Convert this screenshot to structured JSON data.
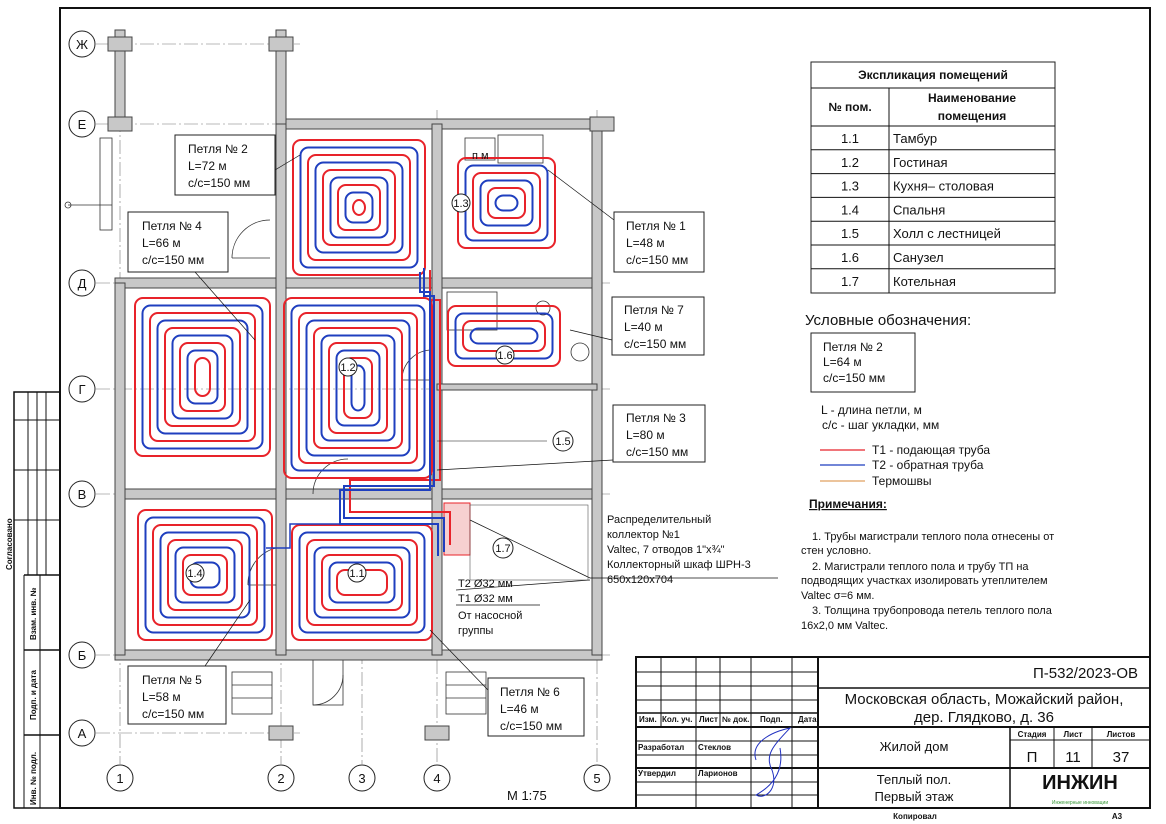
{
  "axes": {
    "rows": [
      "Ж",
      "Е",
      "Д",
      "Г",
      "В",
      "Б",
      "А"
    ],
    "cols": [
      "1",
      "2",
      "3",
      "4",
      "5"
    ]
  },
  "loops": [
    {
      "title": "Петля № 1",
      "length": "L=48 м",
      "step": "с/с=150 мм"
    },
    {
      "title": "Петля № 2",
      "length": "L=72 м",
      "step": "с/с=150 мм"
    },
    {
      "title": "Петля № 3",
      "length": "L=80 м",
      "step": "с/с=150 мм"
    },
    {
      "title": "Петля № 4",
      "length": "L=66 м",
      "step": "с/с=150 мм"
    },
    {
      "title": "Петля № 5",
      "length": "L=58 м",
      "step": "с/с=150 мм"
    },
    {
      "title": "Петля № 6",
      "length": "L=46 м",
      "step": "с/с=150 мм"
    },
    {
      "title": "Петля № 7",
      "length": "L=40 м",
      "step": "с/с=150 мм"
    }
  ],
  "room_marks": [
    "1.1",
    "1.2",
    "1.3",
    "1.4",
    "1.5",
    "1.6",
    "1.7"
  ],
  "fixture_label": "п м",
  "collector": {
    "lines": [
      "Распределительный",
      "коллектор №1",
      "Valtec, 7 отводов 1\"x¾\"",
      "Коллекторный шкаф ШРН-3",
      "650x120x704"
    ]
  },
  "mains": {
    "t2": "Т2 Ø32 мм",
    "t1": "Т1 Ø32 мм",
    "from1": "От насосной",
    "from2": "группы"
  },
  "scale": "М 1:75",
  "explication": {
    "title": "Экспликация помещений",
    "col_num": "№ пом.",
    "col_name1": "Наименование",
    "col_name2": "помещения",
    "rows": [
      {
        "num": "1.1",
        "name": "Тамбур"
      },
      {
        "num": "1.2",
        "name": "Гостиная"
      },
      {
        "num": "1.3",
        "name": "Кухня– столовая"
      },
      {
        "num": "1.4",
        "name": "Спальня"
      },
      {
        "num": "1.5",
        "name": "Холл с лестницей"
      },
      {
        "num": "1.6",
        "name": "Санузел"
      },
      {
        "num": "1.7",
        "name": "Котельная"
      }
    ]
  },
  "legend": {
    "title": "Условные обозначения:",
    "sample": {
      "title": "Петля № 2",
      "length": "L=64 м",
      "step": "с/с=150 мм"
    },
    "l_desc": "L - длина петли, м",
    "cc_desc": "с/с - шаг укладки, мм",
    "items": [
      {
        "label": "Т1 - подающая труба",
        "color": "#e8232a"
      },
      {
        "label": "Т2 - обратная труба",
        "color": "#1f3fbf"
      },
      {
        "label": "Термошвы",
        "color": "#e0a060"
      }
    ]
  },
  "notes": {
    "title": "Примечания:",
    "lines": [
      "1.    Трубы магистрали теплого пола отнесены от",
      "стен условно.",
      "2.    Магистрали теплого пола и трубу ТП на",
      "подводящих участках изолировать утеплителем",
      "Valtec σ=6 мм.",
      "3.    Толщина трубопровода петель теплого пола",
      "16x2,0 мм Valtec."
    ]
  },
  "stamp": {
    "code": "П-532/2023-ОВ",
    "address1": "Московская область, Можайский район,",
    "address2": "дер. Глядково, д. 36",
    "building": "Жилой дом",
    "sheet_title1": "Теплый пол.",
    "sheet_title2": "Первый этаж",
    "headers": [
      "Изм.",
      "Кол. уч.",
      "Лист",
      "№ док.",
      "Подп.",
      "Дата"
    ],
    "developed_label": "Разработал",
    "developed_name": "Стеклов",
    "approved_label": "Утвердил",
    "approved_name": "Ларионов",
    "stage_label": "Стадия",
    "sheet_label": "Лист",
    "sheets_label": "Листов",
    "stage": "П",
    "sheet": "11",
    "sheets": "37",
    "logo": "ИНЖИН",
    "logo_sub": "Инженерные инновации",
    "copied": "Копировал",
    "format": "А3"
  },
  "side_strip": {
    "agreed": "Согласовано",
    "replace": "Взам. инв. №",
    "sign_date": "Подп. и дата",
    "inv": "Инв. № подл."
  },
  "colors": {
    "supply": "#e8232a",
    "return": "#1f3fbf",
    "wall": "#c8c8c8"
  }
}
